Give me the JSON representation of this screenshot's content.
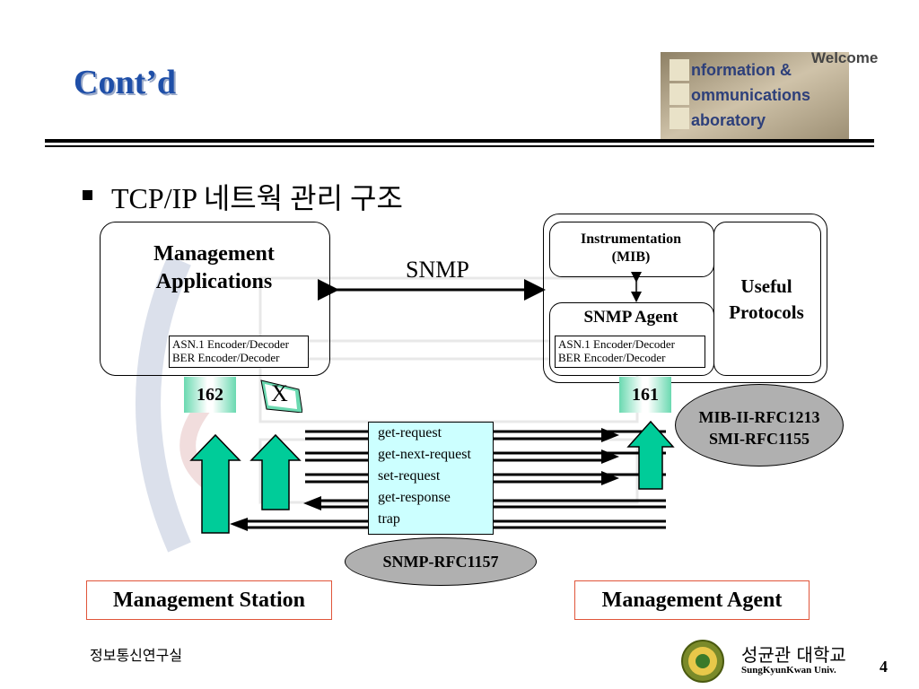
{
  "slide": {
    "title": "Cont’d",
    "bullet": "TCP/IP 네트웍 관리 구조",
    "page_number": "4"
  },
  "logo": {
    "welcome": "Welcome",
    "line1": "nformation &",
    "line2": "ommunications",
    "line3": "aboratory"
  },
  "diagram": {
    "manager_box": "Management Applications",
    "manager_box_line1": "Management",
    "manager_box_line2": "Applications",
    "manager_encoder_line1": "ASN.1 Encoder/Decoder",
    "manager_encoder_line2": "BER Encoder/Decoder",
    "protocol_label": "SNMP",
    "instrumentation_line1": "Instrumentation",
    "instrumentation_line2": "(MIB)",
    "snmp_agent": "SNMP Agent",
    "agent_encoder_line1": "ASN.1 Encoder/Decoder",
    "agent_encoder_line2": "BER Encoder/Decoder",
    "useful_line1": "Useful",
    "useful_line2": "Protocols",
    "port_manager": "162",
    "port_blocked": "X",
    "port_agent": "161",
    "operations": [
      "get-request",
      "get-next-request",
      "set-request",
      "get-response",
      "trap"
    ],
    "mib_line1": "MIB-II-RFC1213",
    "mib_line2": "SMI-RFC1155",
    "snmp_rfc": "SNMP-RFC1157",
    "station_label": "Management Station",
    "agent_label": "Management Agent"
  },
  "footer": {
    "lab_name": "정보통신연구실",
    "university_kr": "성균관 대학교",
    "university_en": "SungKyunKwan Univ."
  },
  "colors": {
    "title": "#1f4fa8",
    "port_green": "#3fcf9f",
    "ops_fill": "#ccffff",
    "ellipse_fill": "#b0b0b0",
    "label_border": "#e0553a"
  }
}
